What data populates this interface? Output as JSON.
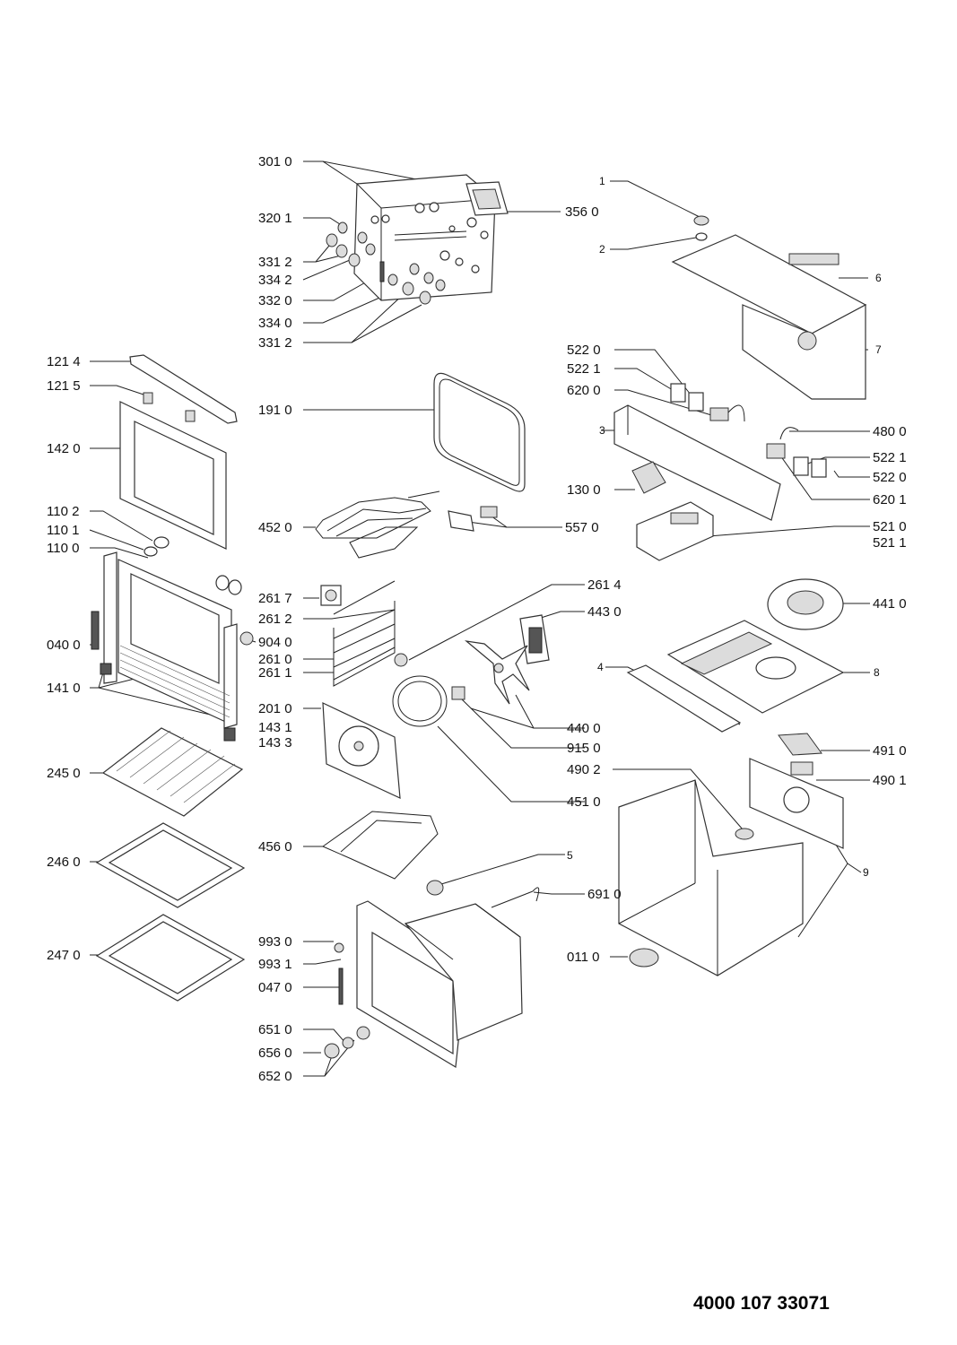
{
  "document_number": "4000 107 33071",
  "callouts": {
    "c3010": "301 0",
    "c3560": "356 0",
    "c3201": "320 1",
    "c3312a": "331 2",
    "c3342": "334 2",
    "c3320": "332 0",
    "c3340": "334 0",
    "c3312b": "331 2",
    "c1214": "121 4",
    "c1215": "121 5",
    "c1910": "191 0",
    "c1420": "142 0",
    "c1102": "110 2",
    "c1101": "110 1",
    "c1100": "110 0",
    "c4520": "452 0",
    "c5570": "557 0",
    "c2617": "261 7",
    "c2612": "261 2",
    "c0400": "040 0",
    "c9040": "904 0",
    "c2610": "261 0",
    "c2611": "261 1",
    "c1410": "141 0",
    "c1431": "143 1",
    "c1433": "143 3",
    "c2010": "201 0",
    "c2450": "245 0",
    "c2614": "261 4",
    "c4430": "443 0",
    "c4400": "440 0",
    "c9150": "915 0",
    "c4510": "451 0",
    "c4560": "456 0",
    "c2460": "246 0",
    "c2470": "247 0",
    "c9930": "993 0",
    "c9931": "993 1",
    "c0470": "047 0",
    "c6510": "651 0",
    "c6560": "656 0",
    "c6520": "652 0",
    "c1": "1",
    "c2": "2",
    "c6": "6",
    "c7": "7",
    "c5220a": "522 0",
    "c5221a": "522 1",
    "c6200": "620 0",
    "c4800": "480 0",
    "c3": "3",
    "c5221b": "522 1",
    "c5220b": "522 0",
    "c1300": "130 0",
    "c6201": "620 1",
    "c5210": "521 0",
    "c5211": "521 1",
    "c4410": "441 0",
    "c4": "4",
    "c8": "8",
    "c4910": "491 0",
    "c4902": "490 2",
    "c4901": "490 1",
    "c5": "5",
    "c6910": "691 0",
    "c9": "9",
    "c0110": "011 0"
  }
}
